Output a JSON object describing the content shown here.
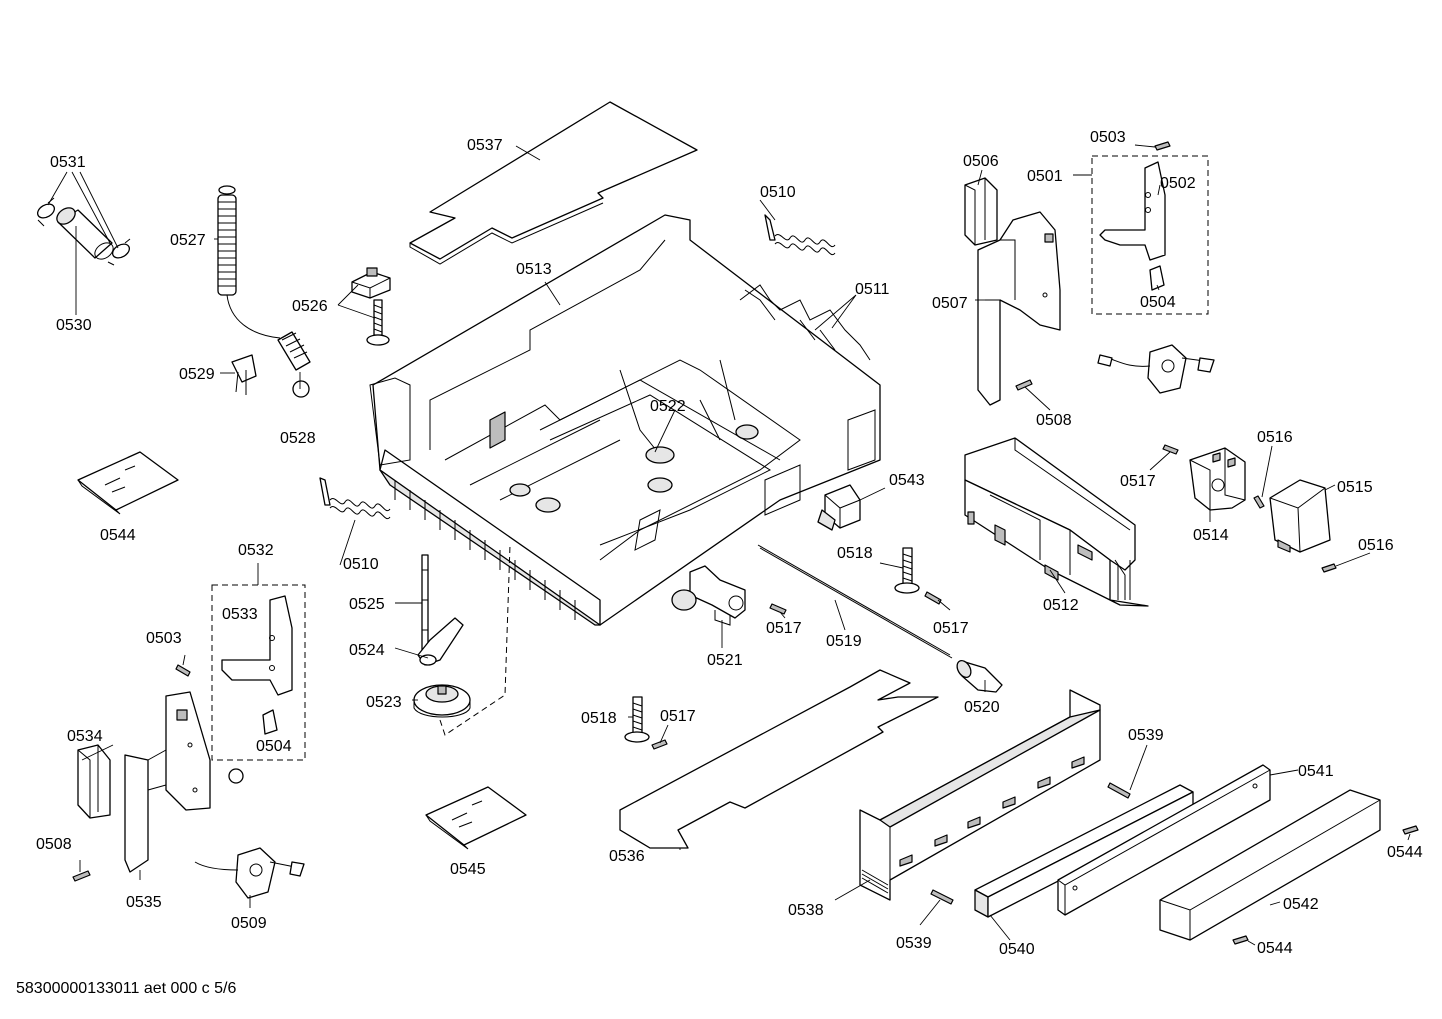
{
  "footer": "58300000133011 aet 000 c 5/6",
  "labels": {
    "p0501": "0501",
    "p0502": "0502",
    "p0503a": "0503",
    "p0503b": "0503",
    "p0504a": "0504",
    "p0504b": "0504",
    "p0506": "0506",
    "p0507": "0507",
    "p0508a": "0508",
    "p0508b": "0508",
    "p0509": "0509",
    "p0510a": "0510",
    "p0510b": "0510",
    "p0511": "0511",
    "p0512": "0512",
    "p0513": "0513",
    "p0514": "0514",
    "p0515": "0515",
    "p0516a": "0516",
    "p0516b": "0516",
    "p0517a": "0517",
    "p0517b": "0517",
    "p0517c": "0517",
    "p0517d": "0517",
    "p0518a": "0518",
    "p0518b": "0518",
    "p0519": "0519",
    "p0520": "0520",
    "p0521": "0521",
    "p0522": "0522",
    "p0523": "0523",
    "p0524": "0524",
    "p0525": "0525",
    "p0526": "0526",
    "p0527": "0527",
    "p0528": "0528",
    "p0529": "0529",
    "p0530": "0530",
    "p0531": "0531",
    "p0532": "0532",
    "p0533": "0533",
    "p0534": "0534",
    "p0535": "0535",
    "p0536": "0536",
    "p0537": "0537",
    "p0538": "0538",
    "p0539a": "0539",
    "p0539b": "0539",
    "p0540": "0540",
    "p0541": "0541",
    "p0542": "0542",
    "p0543": "0543",
    "p0544a": "0544",
    "p0544b": "0544",
    "p0544c": "0544",
    "p0545": "0545"
  }
}
